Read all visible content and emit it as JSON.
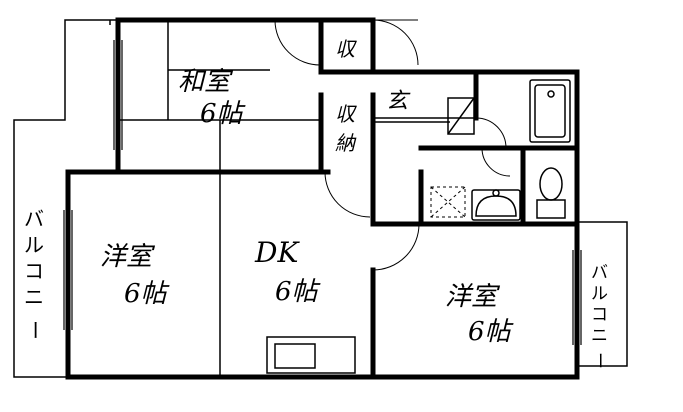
{
  "rooms": {
    "washitsu": {
      "name": "和室",
      "size": "6帖"
    },
    "youshitsu_left": {
      "name": "洋室",
      "size": "6帖"
    },
    "dk": {
      "name": "DK",
      "size": "6帖"
    },
    "youshitsu_right": {
      "name": "洋室",
      "size": "6帖"
    }
  },
  "storage": {
    "small": "収",
    "closet_line1": "収",
    "closet_line2": "納"
  },
  "entrance": "玄",
  "balcony_left": [
    "バ",
    "ル",
    "コ",
    "ニ",
    "ー"
  ],
  "balcony_right": [
    "バ",
    "ル",
    "コ",
    "ニ",
    "ー"
  ]
}
